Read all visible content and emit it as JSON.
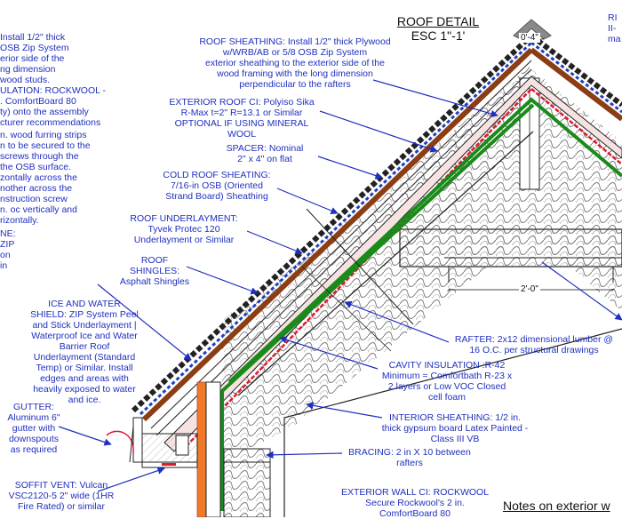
{
  "title": {
    "line1": "ROOF DETAIL",
    "line2": "ESC 1\"-1'"
  },
  "dimensions": {
    "ridge": "0'-4\"",
    "span": "2'-0\""
  },
  "notes": {
    "roof_sheathing": "ROOF SHEATHING: Install 1/2\" thick Plywood\nw/WRB/AB or 5/8 OSB Zip System\nexterior sheathing to the exterior side of the\nwood framing with the long dimension\nperpendicular to the rafters",
    "exterior_roof_ci": "EXTERIOR ROOF CI: Polyiso Sika\nR-Max t=2\" R=13.1 or Similar\nOPTIONAL IF USING MINERAL\nWOOL",
    "spacer": "SPACER: Nominal\n2\" x 4\" on flat",
    "cold_roof_sheathing": "COLD ROOF SHEATING:\n7/16-in OSB (Oriented\nStrand Board) Sheathing",
    "roof_underlayment": "ROOF UNDERLAYMENT:\nTyvek Protec 120\nUnderlayment or Similar",
    "roof_shingles": "ROOF\nSHINGLES:\nAsphalt Shingles",
    "ice_water_shield": "ICE AND WATER\nSHIELD: ZIP System Peel\nand Stick Underlayment |\nWaterproof Ice and Water\nBarrier Roof\nUnderlayment (Standard\nTemp) or Similar.  Install\nedges and areas with\nheavily exposed to water\nand ice.",
    "gutter": "GUTTER:\nAluminum 6\"\ngutter with\ndownspouts\nas required",
    "soffit_vent": "SOFFIT VENT: Vulcan\nVSC2120-5 2\" wide (1HR\nFire Rated) or similar",
    "rafter": "RAFTER: 2x12 dimensional lumber @\n16 O.C. per structural drawings",
    "cavity_insulation": "CAVITY INSULATION :R-42\nMinimum =  Comfortbath R-23 x\n2 layers or Low VOC Closed\ncell foam",
    "interior_sheathing": "INTERIOR SHEATHING: 1/2 in.\nthick gypsum board Latex Painted -\nClass III VB",
    "bracing": "BRACING: 2 in X 10 between\nrafters",
    "exterior_wall_ci": "EXTERIOR WALL CI: ROCKWOOL\nSecure Rockwool's 2 in.\nComfortBoard 80",
    "left_clip_1": "Install 1/2\" thick\nOSB Zip System\nerior side of the\nng dimension\nwood studs.",
    "left_clip_2": "ULATION: ROCKWOOL -\n. ComfortBoard 80\nty) onto the assembly\ncturer recommendations",
    "left_clip_3": "n. wood furring strips\nn to be secured to the\nscrews through the\nthe OSB surface.\nzontally across the\nnother across the\nnstruction screw\nn. oc vertically and\nrizontally.",
    "left_clip_4": "NE:\nZIP\non\nin",
    "right_clip": "RI\nII-\nma"
  },
  "footer": "Notes on exterior w",
  "colors": {
    "label_blue": "#1f2fbf",
    "fascia_brown": "#8b3d14",
    "membrane_red": "#e0182c",
    "vapor_green": "#1a8a1a",
    "wall_orange": "#f07a28",
    "underlayment_blue": "#1f3fbf",
    "ridge_cap_gray": "#8a8a8a"
  }
}
